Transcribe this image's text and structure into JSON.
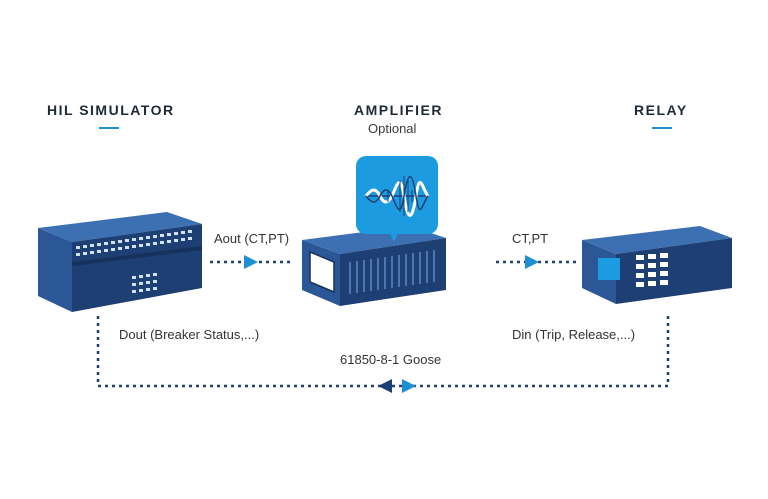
{
  "nodes": {
    "hil": {
      "title": "HIL SIMULATOR"
    },
    "amplifier": {
      "title": "AMPLIFIER",
      "subtitle": "Optional"
    },
    "relay": {
      "title": "RELAY"
    }
  },
  "edges": {
    "aout": "Aout (CT,PT)",
    "ctpt": "CT,PT",
    "dout": "Dout (Breaker Status,...)",
    "din": "Din (Trip, Release,...)",
    "goose": "61850-8-1 Goose"
  },
  "colors": {
    "device_dark": "#1e3f73",
    "device_mid": "#2b5796",
    "device_light": "#3d6fb3",
    "accent": "#1f8fd1",
    "bubble": "#1c9be0"
  },
  "icons": {
    "amplifier_badge": "sine-wave-icon"
  }
}
